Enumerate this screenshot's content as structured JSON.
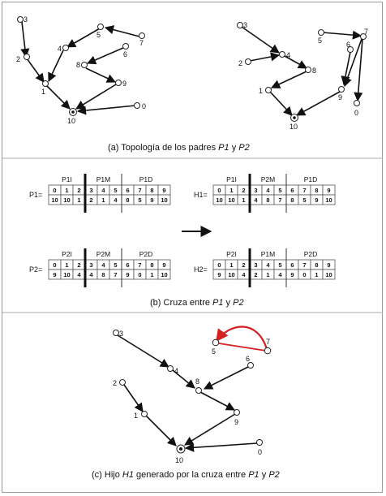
{
  "panel_a": {
    "caption_prefix": "(a)  Topología de los padres ",
    "caption_p1": "P1",
    "caption_mid": " y ",
    "caption_p2": "P2",
    "left_graph": {
      "labels": [
        "3",
        "2",
        "1",
        "4",
        "5",
        "7",
        "8",
        "6",
        "9",
        "0",
        "10"
      ]
    },
    "right_graph": {
      "labels": [
        "3",
        "2",
        "1",
        "4",
        "8",
        "5",
        "7",
        "6",
        "9",
        "0",
        "10"
      ]
    }
  },
  "panel_b": {
    "caption_prefix": "(b)  Cruza entre ",
    "caption_p1": "P1",
    "caption_mid": " y ",
    "caption_p2": "P2",
    "tables": [
      {
        "name": "P1=",
        "segments": [
          "P1I",
          "P1M",
          "P1D"
        ],
        "index_row": [
          "0",
          "1",
          "2",
          "3",
          "4",
          "5",
          "6",
          "7",
          "8",
          "9"
        ],
        "value_row": [
          "10",
          "10",
          "1",
          "2",
          "1",
          "4",
          "8",
          "5",
          "9",
          "10"
        ]
      },
      {
        "name": "H1=",
        "segments": [
          "P1I",
          "P2M",
          "P1D"
        ],
        "index_row": [
          "0",
          "1",
          "2",
          "3",
          "4",
          "5",
          "6",
          "7",
          "8",
          "9"
        ],
        "value_row": [
          "10",
          "10",
          "1",
          "4",
          "8",
          "7",
          "8",
          "5",
          "9",
          "10"
        ]
      },
      {
        "name": "P2=",
        "segments": [
          "P2I",
          "P2M",
          "P2D"
        ],
        "index_row": [
          "0",
          "1",
          "2",
          "3",
          "4",
          "5",
          "6",
          "7",
          "8",
          "9"
        ],
        "value_row": [
          "9",
          "10",
          "4",
          "4",
          "8",
          "7",
          "9",
          "0",
          "1",
          "10"
        ]
      },
      {
        "name": "H2=",
        "segments": [
          "P2I",
          "P1M",
          "P2D"
        ],
        "index_row": [
          "0",
          "1",
          "2",
          "3",
          "4",
          "5",
          "6",
          "7",
          "8",
          "9"
        ],
        "value_row": [
          "9",
          "10",
          "4",
          "2",
          "1",
          "4",
          "9",
          "0",
          "1",
          "10"
        ]
      }
    ]
  },
  "panel_c": {
    "caption_prefix": "(c)  Hijo ",
    "caption_h1": "H1",
    "caption_mid": " generado por la cruza entre ",
    "caption_p1": "P1",
    "caption_and": " y ",
    "caption_p2": "P2",
    "graph": {
      "labels": [
        "3",
        "2",
        "1",
        "4",
        "8",
        "5",
        "7",
        "6",
        "9",
        "0",
        "10"
      ]
    },
    "highlight_color": "#d42020"
  }
}
